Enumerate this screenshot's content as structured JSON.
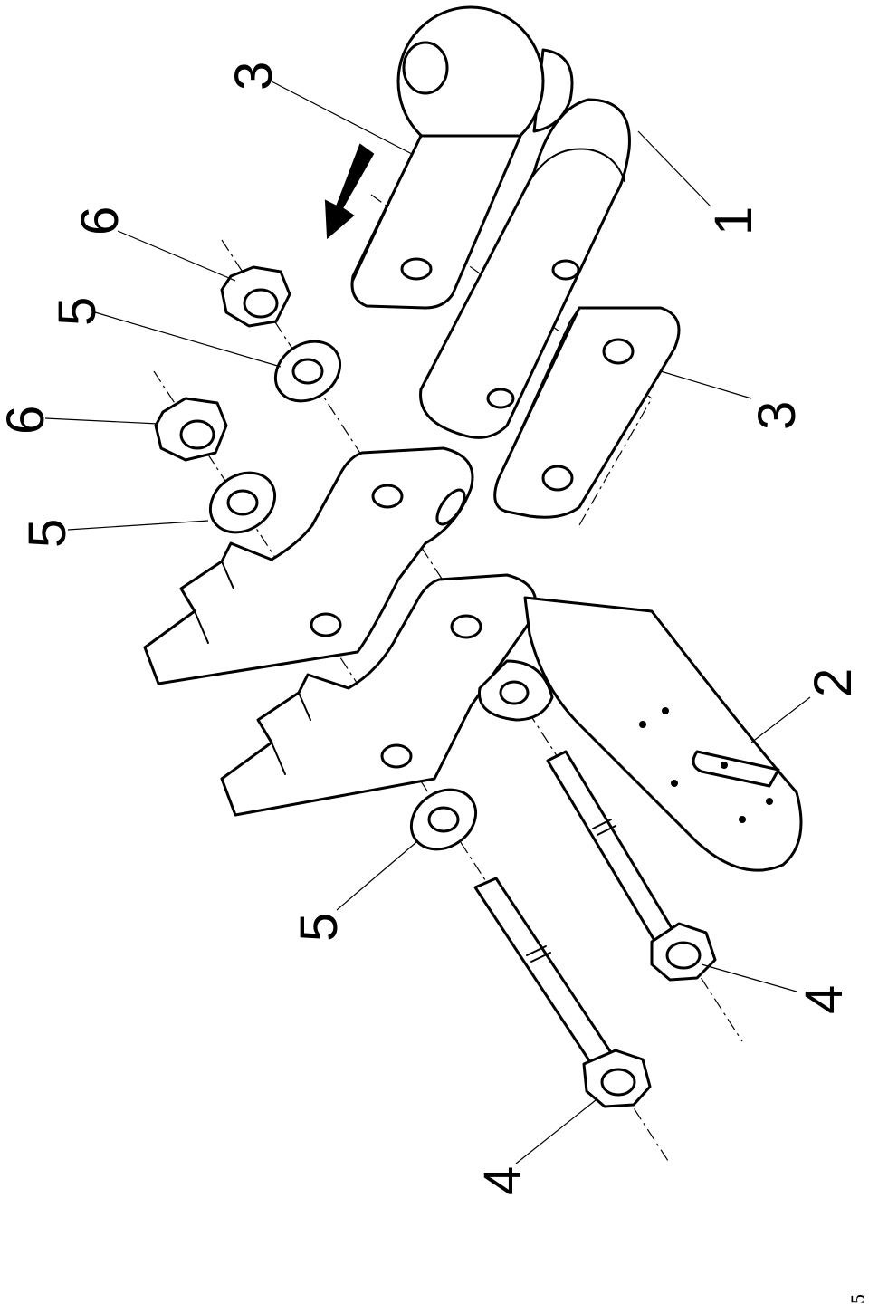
{
  "callouts": {
    "ball_mount_top": "3",
    "ball_mount_body": "1",
    "plate_right": "3",
    "socket_plate": "2",
    "washer_nut_6_upper": "6",
    "washer_5_upper": "5",
    "nut_6_lower": "6",
    "washer_5_lower": "5",
    "washer_5_bolt": "5",
    "bolt_4_right": "4",
    "bolt_4_left": "4"
  },
  "page_number": "5",
  "arrow_direction": "down-left"
}
